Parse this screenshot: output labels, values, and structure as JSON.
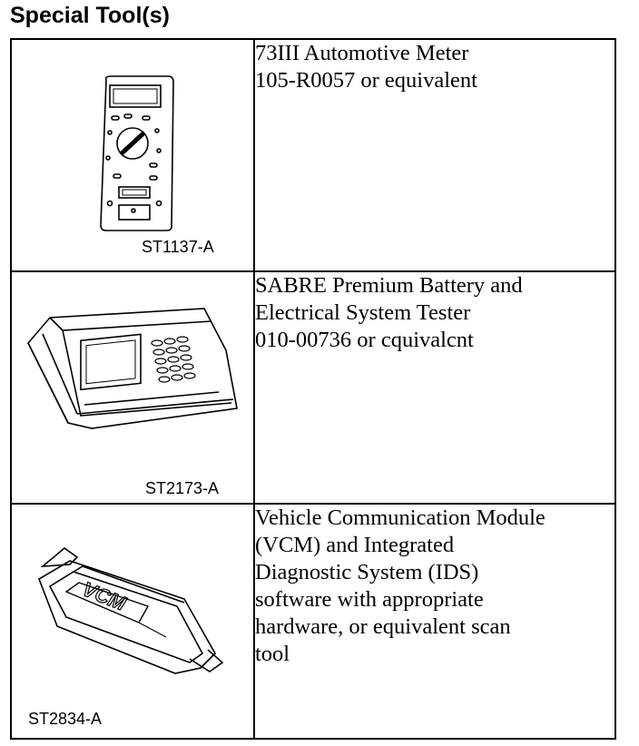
{
  "page_title": "Special Tool(s)",
  "tools": [
    {
      "code": "ST1137-A",
      "illustration": "multimeter-icon",
      "description_lines": [
        "73III Automotive Meter",
        "105-R0057 or equivalent"
      ]
    },
    {
      "code": "ST2173-A",
      "illustration": "battery-tester-icon",
      "description_lines": [
        "SABRE Premium Battery and",
        "Electrical System Tester",
        "010-00736 or cquivalcnt"
      ]
    },
    {
      "code": "ST2834-A",
      "illustration": "vcm-module-icon",
      "illustration_label": "VCM",
      "description_lines": [
        "Vehicle Communication Module",
        "(VCM) and Integrated",
        "Diagnostic System (IDS)",
        "software with appropriate",
        "hardware, or equivalent scan",
        "tool"
      ]
    }
  ]
}
